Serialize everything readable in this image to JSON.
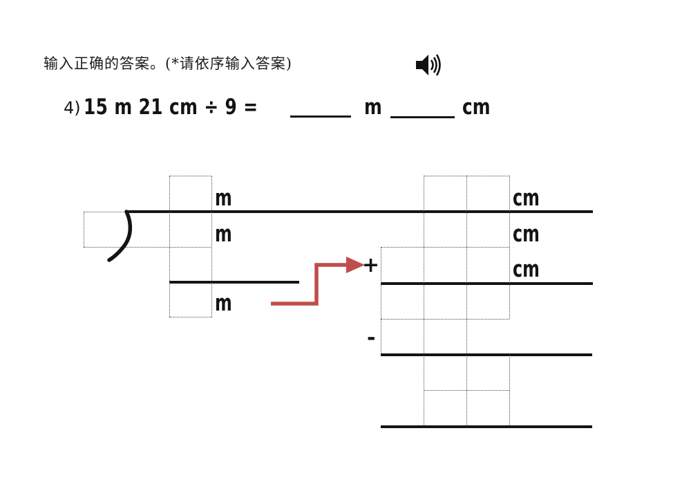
{
  "instruction": {
    "text": "输入正确的答案。(*请依序输入答案)"
  },
  "speaker": {
    "icon": "speaker-with-sound-waves"
  },
  "problem": {
    "number_label": "4)",
    "expression": "15 m 21 cm ÷ 9 =",
    "blank_m_unit": "m",
    "blank_cm_unit": "cm"
  },
  "division": {
    "unit_m": "m",
    "unit_cm": "cm",
    "plus_sign": "+",
    "minus_sign": "-"
  },
  "colors": {
    "arrow_red": "#bf4e4b",
    "line_black": "#141414",
    "dash_gray": "#4a4a4a"
  }
}
